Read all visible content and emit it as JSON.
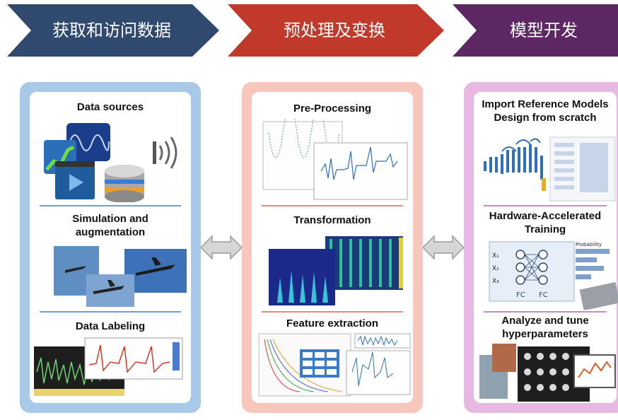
{
  "stages": [
    {
      "id": "data",
      "banner_label": "获取和访问数据",
      "banner_color": "#2f4a6e",
      "panel_color": "#a9c9e9",
      "divider_color": "#6b9fd3",
      "sections": [
        {
          "title": "Data sources"
        },
        {
          "title": "Simulation and augmentation"
        },
        {
          "title": "Data Labeling"
        }
      ]
    },
    {
      "id": "prep",
      "banner_label": "预处理及变换",
      "banner_color": "#c0392b",
      "panel_color": "#f7c6bd",
      "divider_color": "#e68a74",
      "sections": [
        {
          "title": "Pre-Processing"
        },
        {
          "title": "Transformation"
        },
        {
          "title": "Feature extraction"
        }
      ]
    },
    {
      "id": "model",
      "banner_label": "模型开发",
      "banner_color": "#5c2762",
      "panel_color": "#e6b8e2",
      "divider_color": "#c88cc6",
      "sections": [
        {
          "title": "Import Reference Models Design from scratch"
        },
        {
          "title": "Hardware-Accelerated Training"
        },
        {
          "title": "Analyze and tune hyperparameters"
        }
      ]
    }
  ],
  "flow_arrow_color": "#b8b8b8",
  "thumbnail_labels": {
    "fc_left": "FC",
    "fc_right": "FC",
    "probability": "Probability",
    "inputs": [
      "X₁",
      "X₂",
      "X₃"
    ]
  }
}
